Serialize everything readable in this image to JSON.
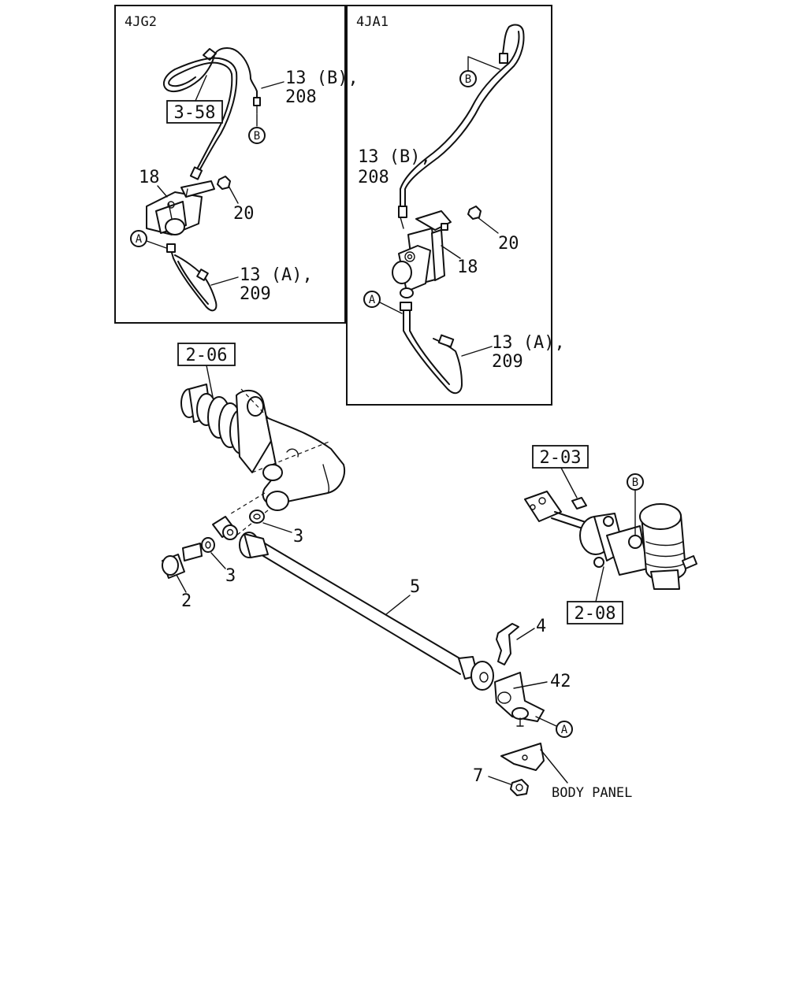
{
  "inset_left": {
    "engine": "4JG2",
    "refs": [
      "3-58"
    ],
    "callouts": {
      "pipe_b": "13 (B),",
      "pipe_b_no": "208",
      "cyl": "18",
      "nut": "20",
      "pipe_a": "13 (A),",
      "pipe_a_no": "209"
    },
    "markers": [
      "A",
      "B"
    ]
  },
  "inset_right": {
    "engine": "4JA1",
    "callouts": {
      "pipe_b": "13 (B),",
      "pipe_b_no": "208",
      "cyl": "18",
      "nut": "20",
      "pipe_a": "13 (A),",
      "pipe_a_no": "209"
    },
    "markers": [
      "B",
      "A"
    ]
  },
  "main": {
    "refs": [
      "2-06",
      "2-03",
      "2-08"
    ],
    "callouts": {
      "bolt": "2",
      "washer_upper": "3",
      "washer_lower": "3",
      "hose": "5",
      "clip": "4",
      "bracket": "42",
      "nut": "7"
    },
    "markers": [
      "B",
      "A"
    ],
    "body_panel": "BODY PANEL"
  }
}
